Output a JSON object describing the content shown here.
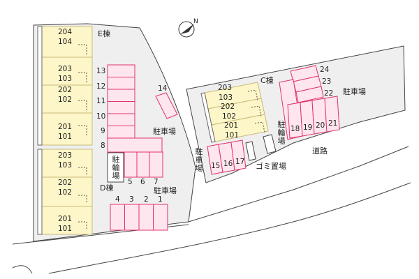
{
  "colors": {
    "lot": "#efefef",
    "building": "#fdf6c8",
    "building_edge": "#c9bb7a",
    "parking_fill": "#ffe6ee",
    "parking_edge": "#e0336b",
    "line": "#444444"
  },
  "compass": {
    "label": "N",
    "icon": "compass-north-icon"
  },
  "buildings": {
    "E": {
      "name": "E棟",
      "units": [
        [
          "204",
          "104"
        ],
        [
          "203",
          "103"
        ],
        [
          "202",
          "102"
        ],
        [
          "201",
          "101"
        ]
      ]
    },
    "D": {
      "name": "D棟",
      "units": [
        [
          "203",
          "103"
        ],
        [
          "202",
          "102"
        ],
        [
          "201",
          "101"
        ]
      ]
    },
    "C": {
      "name": "C棟",
      "units": [
        [
          "203",
          "103"
        ],
        [
          "202",
          "102"
        ],
        [
          "201",
          "101"
        ]
      ]
    }
  },
  "labels": {
    "parking": "駐車場",
    "bicycle": "駐輪場",
    "garbage": "ゴミ置場",
    "road": "道路"
  },
  "parking_spaces": {
    "west_column": [
      "13",
      "12",
      "11",
      "10",
      "9",
      "8"
    ],
    "d_row": [
      "5",
      "6",
      "7"
    ],
    "south_row": [
      "4",
      "3",
      "2",
      "1"
    ],
    "single": "14",
    "c_row": [
      "15",
      "16",
      "17"
    ],
    "east_stack": [
      "24",
      "23",
      "22"
    ],
    "east_row": [
      "18",
      "19",
      "20",
      "21"
    ]
  }
}
